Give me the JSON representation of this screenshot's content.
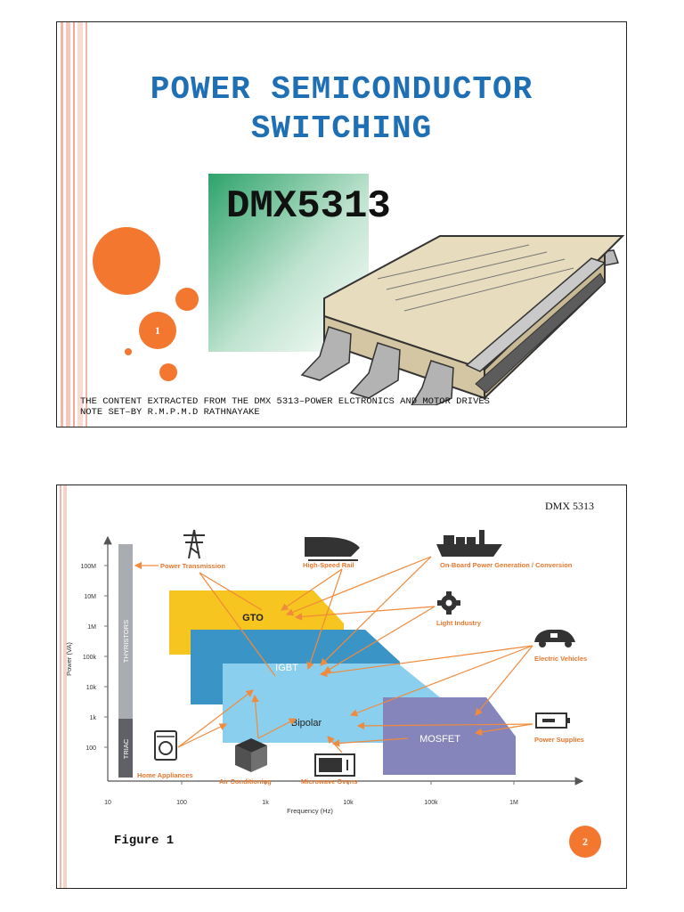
{
  "slide1": {
    "title_line1": "POWER SEMICONDUCTOR",
    "title_line2": "SWITCHING",
    "course_code": "DMX5313",
    "credit_line1": "THE CONTENT EXTRACTED FROM THE DMX 5313–POWER ELCTRONICS AND MOTOR DRIVES",
    "credit_line2": "NOTE SET–BY R.M.P.M.D RATHNAYAKE",
    "page_number": "1"
  },
  "slide2": {
    "header": "DMX 5313",
    "figure_label": "Figure 1",
    "page_number": "2",
    "diagram": {
      "y_axis_label": "Power (VA)",
      "x_axis_label": "Frequency (Hz)",
      "y_ticks": [
        "100M",
        "10M",
        "1M",
        "100k",
        "10k",
        "1k",
        "100"
      ],
      "x_ticks": [
        "10",
        "100",
        "1k",
        "10k",
        "100k",
        "1M"
      ],
      "bar_labels": {
        "thyristors": "THYRISTORS",
        "triac": "TRIAC"
      },
      "regions": {
        "gto": "GTO",
        "igbt": "IGBT",
        "bipolar": "Bipolar",
        "mosfet": "MOSFET"
      },
      "applications": {
        "power_transmission": "Power Transmission",
        "high_speed_rail": "High-Speed Rail",
        "onboard_power": "On-Board Power Generation / Conversion",
        "light_industry": "Light Industry",
        "electric_vehicles": "Electric Vehicles",
        "power_supplies": "Power Supplies",
        "home_appliances": "Home Appliances",
        "air_conditioning": "Air Conditioning",
        "microwave_ovens": "Microwave Ovens"
      },
      "colors": {
        "gto": "#f6c51f",
        "igbt": "#3a94c6",
        "bipolar": "#8ad0ee",
        "mosfet": "#8584bb",
        "arrow": "#f08a3c",
        "thyristor_bar": "#a9adb2",
        "triac_bar": "#5f6166"
      }
    }
  }
}
